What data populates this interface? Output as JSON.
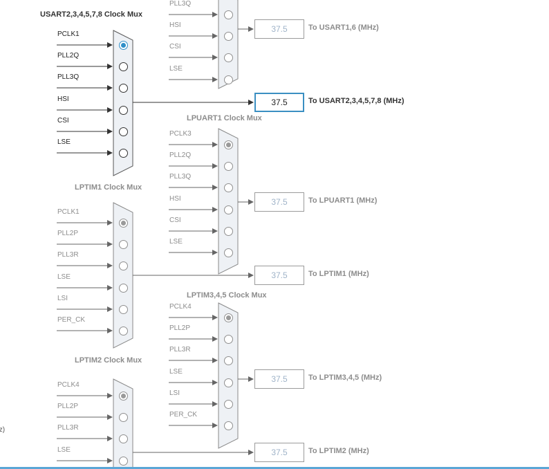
{
  "muxes": [
    {
      "id": "usart16",
      "title": "",
      "active": false,
      "inputs": [
        "PLL3Q",
        "HSI",
        "CSI",
        "LSE"
      ],
      "selected": -1
    },
    {
      "id": "usart2345",
      "title": "USART2,3,4,5,7,8 Clock Mux",
      "active": true,
      "inputs": [
        "PCLK1",
        "PLL2Q",
        "PLL3Q",
        "HSI",
        "CSI",
        "LSE"
      ],
      "selected": 0
    },
    {
      "id": "lpuart1",
      "title": "LPUART1 Clock Mux",
      "active": false,
      "inputs": [
        "PCLK3",
        "PLL2Q",
        "PLL3Q",
        "HSI",
        "CSI",
        "LSE"
      ],
      "selected": 0
    },
    {
      "id": "lptim1",
      "title": "LPTIM1 Clock Mux",
      "active": false,
      "inputs": [
        "PCLK1",
        "PLL2P",
        "PLL3R",
        "LSE",
        "LSI",
        "PER_CK"
      ],
      "selected": 0
    },
    {
      "id": "lptim345",
      "title": "LPTIM3,4,5 Clock Mux",
      "active": false,
      "inputs": [
        "PCLK4",
        "PLL2P",
        "PLL3R",
        "LSE",
        "LSI",
        "PER_CK"
      ],
      "selected": 0
    },
    {
      "id": "lptim2",
      "title": "LPTIM2 Clock Mux",
      "active": false,
      "inputs": [
        "PCLK4",
        "PLL2P",
        "PLL3R",
        "LSE"
      ],
      "selected": 0
    }
  ],
  "outputs": [
    {
      "id": "out-usart16",
      "value": "37.5",
      "label": "To USART1,6 (MHz)",
      "active": false
    },
    {
      "id": "out-usart2345",
      "value": "37.5",
      "label": "To USART2,3,4,5,7,8 (MHz)",
      "active": true
    },
    {
      "id": "out-lpuart1",
      "value": "37.5",
      "label": "To LPUART1 (MHz)",
      "active": false
    },
    {
      "id": "out-lptim1",
      "value": "37.5",
      "label": "To LPTIM1 (MHz)",
      "active": false
    },
    {
      "id": "out-lptim345",
      "value": "37.5",
      "label": "To LPTIM3,4,5 (MHz)",
      "active": false
    },
    {
      "id": "out-lptim2",
      "value": "37.5",
      "label": "To LPTIM2 (MHz)",
      "active": false
    }
  ],
  "left_edge": [
    ")",
    ")",
    ")",
    "Iz)"
  ],
  "colors": {
    "accent": "#2f8fc8",
    "active_box_border": "#3a8fc2",
    "inactive_text": "#8c8c8c",
    "mux_fill": "#eef1f5"
  }
}
